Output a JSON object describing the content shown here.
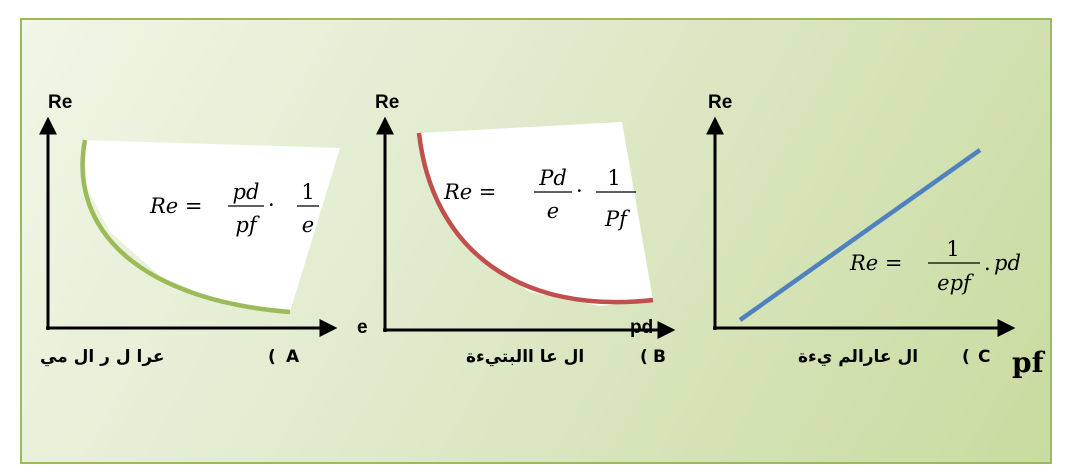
{
  "colors": {
    "panel_a_curve": "#9bbb59",
    "panel_b_curve": "#c0504d",
    "panel_c_line": "#4f81bd",
    "frame_border": "#9bbb59"
  },
  "panels": [
    {
      "y_label": "Re",
      "x_label": "",
      "equation": {
        "lhs": "Re =",
        "frac1_num": "pd",
        "frac1_den": "pf",
        "dot": "·",
        "frac2_num": "1",
        "frac2_den": "e"
      },
      "caption_letter": "A",
      "caption_paren": "(",
      "caption_text": "عرا ل ر ال مي"
    },
    {
      "y_label": "Re",
      "x_label": "e",
      "x_label_right": "pd",
      "equation": {
        "lhs": "Re =",
        "frac1_num": "Pd",
        "frac1_den": "e",
        "dot": "·",
        "frac2_num": "1",
        "frac2_den": "Pf"
      },
      "caption_letter": "B",
      "caption_paren": "(",
      "caption_text": "ال عا االبتيءة"
    },
    {
      "y_label": "Re",
      "x_label": "pf",
      "equation": {
        "lhs": "Re =",
        "frac1_num": "1",
        "frac1_den": "epf",
        "dot": ".",
        "tail": "pd"
      },
      "caption_letter": "C",
      "caption_paren": "(",
      "caption_text": "ال عارالم يءة"
    }
  ]
}
